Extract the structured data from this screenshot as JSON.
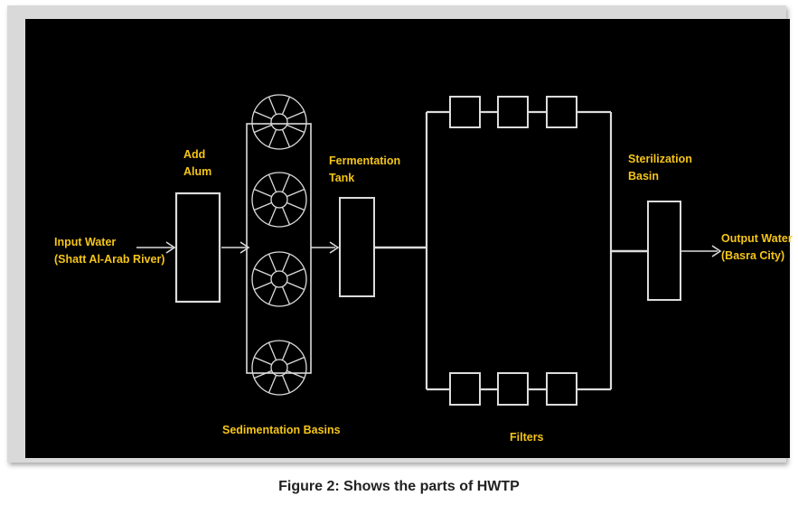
{
  "labels": {
    "input_line1": "Input Water",
    "input_line2": "(Shatt Al-Arab River)",
    "add_line1": "Add",
    "add_line2": "Alum",
    "fermentation_line1": "Fermentation",
    "fermentation_line2": "Tank",
    "sterilization_line1": "Sterilization",
    "sterilization_line2": "Basin",
    "output_line1": "Output Water",
    "output_line2": "(Basra City)",
    "sedimentation": "Sedimentation Basins",
    "filters": "Filters"
  },
  "caption": "Figure 2: Shows the parts of HWTP",
  "colors": {
    "label": "#f5c518",
    "line": "#dcdcdc",
    "background": "#000000"
  }
}
